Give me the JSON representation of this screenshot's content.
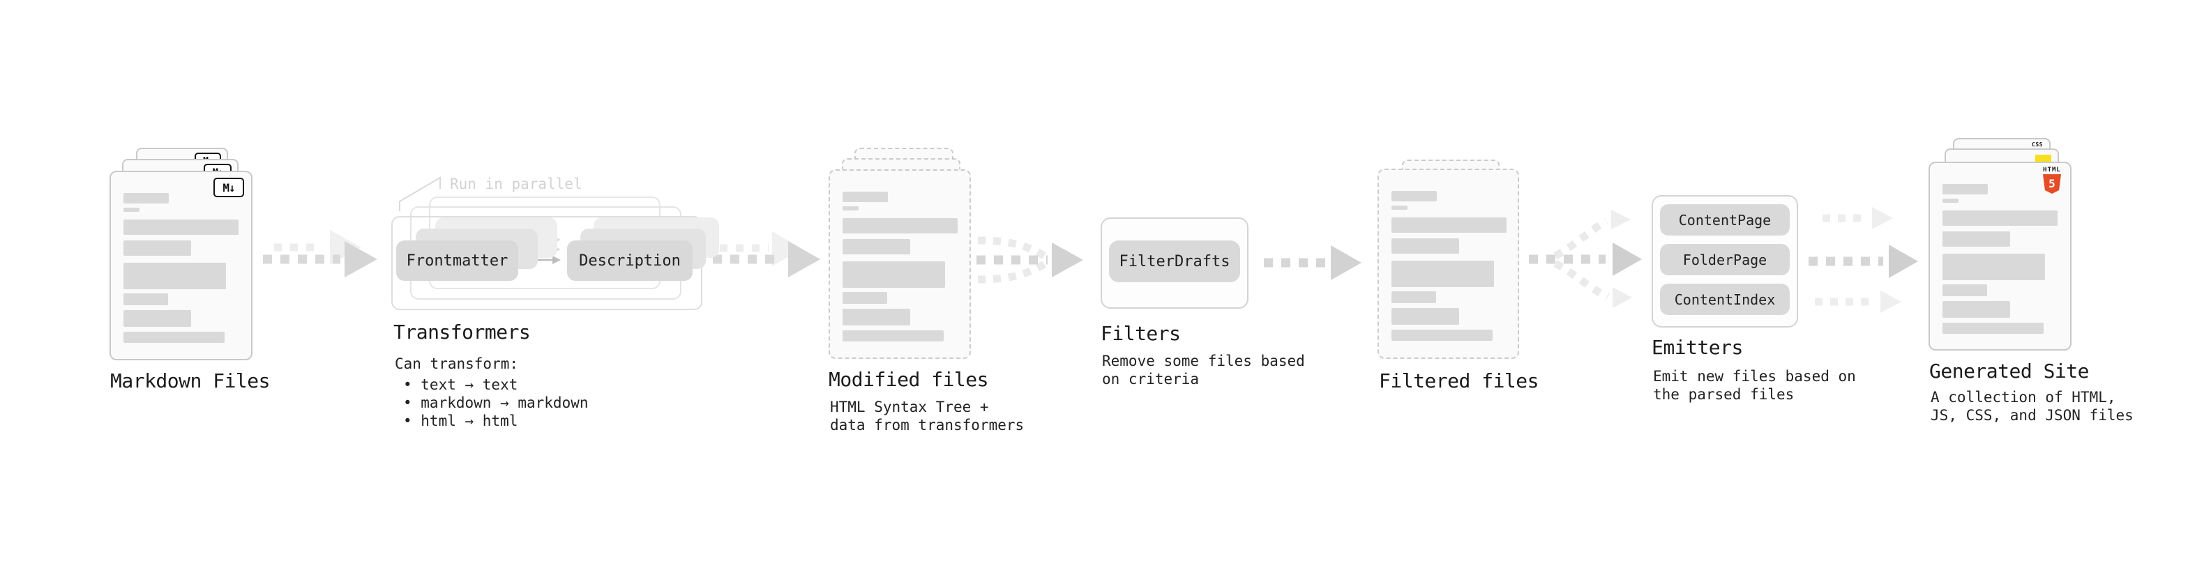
{
  "markdown_files": {
    "label": "Markdown Files",
    "badge": "M↓"
  },
  "transformers": {
    "label": "Transformers",
    "note": "Run in parallel",
    "pill_left": "Frontmatter",
    "pill_right": "Description",
    "caption_title": "Can transform:",
    "bullets": [
      "• text → text",
      "• markdown → markdown",
      "• html → html"
    ]
  },
  "modified_files": {
    "label": "Modified files",
    "caption_line1": "HTML Syntax Tree +",
    "caption_line2": "data from transformers"
  },
  "filters": {
    "label": "Filters",
    "pill": "FilterDrafts",
    "caption_line1": "Remove some files based",
    "caption_line2": "on criteria"
  },
  "filtered_files": {
    "label": "Filtered files"
  },
  "emitters": {
    "label": "Emitters",
    "pills": [
      "ContentPage",
      "FolderPage",
      "ContentIndex"
    ],
    "caption_line1": "Emit new files based on",
    "caption_line2": "the parsed files"
  },
  "generated_site": {
    "label": "Generated Site",
    "caption_line1": "A collection of HTML,",
    "caption_line2": "JS, CSS, and JSON files",
    "html5_badge_word": "HTML",
    "html5_badge_number": "5",
    "css_badge_word": "CSS"
  },
  "colors": {
    "bar_gray": "#d9d9d9",
    "arrow_main": "#d6d6d6",
    "arrow_ghost": "#ededed",
    "label_text": "#1b1b1b",
    "note_gray": "#d2d2d2",
    "html5_orange": "#e44d26",
    "js_yellow": "#f7df1e",
    "css_blue": "#2962ff"
  }
}
